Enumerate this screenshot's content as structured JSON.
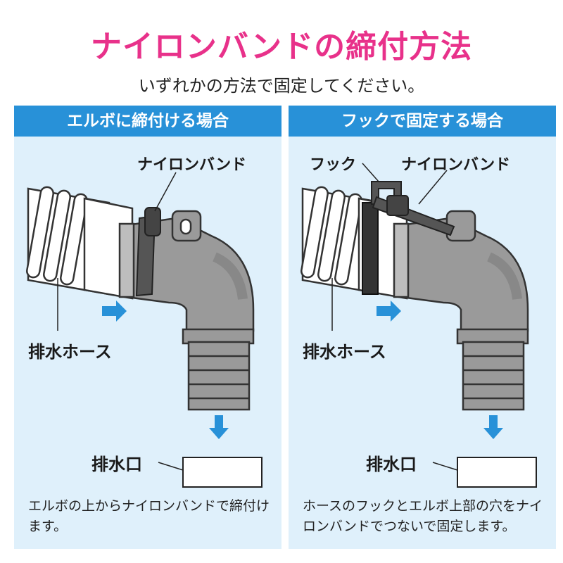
{
  "title": "ナイロンバンドの締付方法",
  "subtitle": "いずれかの方法で固定してください。",
  "colors": {
    "title": "#e8318a",
    "header": "#2891d8",
    "panel_bg": "#dff0fb",
    "arrow": "#2891d8"
  },
  "panels": [
    {
      "header": "エルボに締付ける場合",
      "labels": {
        "band": "ナイロンバンド",
        "hose": "排水ホース",
        "outlet": "排水口"
      },
      "caption": "エルボの上からナイロンバンドで締付けます。"
    },
    {
      "header": "フックで固定する場合",
      "labels": {
        "hook": "フック",
        "band": "ナイロンバンド",
        "hose": "排水ホース",
        "outlet": "排水口"
      },
      "caption": "ホースのフックとエルボ上部の穴をナイロンバンドでつないで固定します。"
    }
  ]
}
